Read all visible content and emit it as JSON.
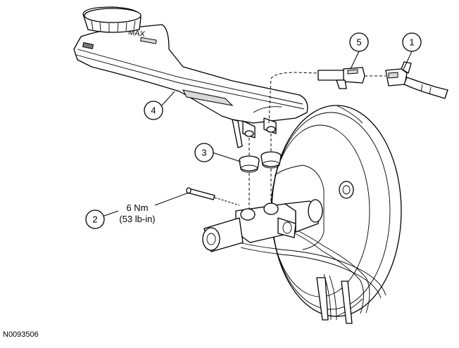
{
  "figure_id": "N0093506",
  "callouts": [
    {
      "number": "1"
    },
    {
      "number": "2"
    },
    {
      "number": "3"
    },
    {
      "number": "4"
    },
    {
      "number": "5"
    }
  ],
  "torque_spec": {
    "line1": "6 Nm",
    "line2": "(53 lb-in)"
  },
  "reservoir_marking": "MAX"
}
